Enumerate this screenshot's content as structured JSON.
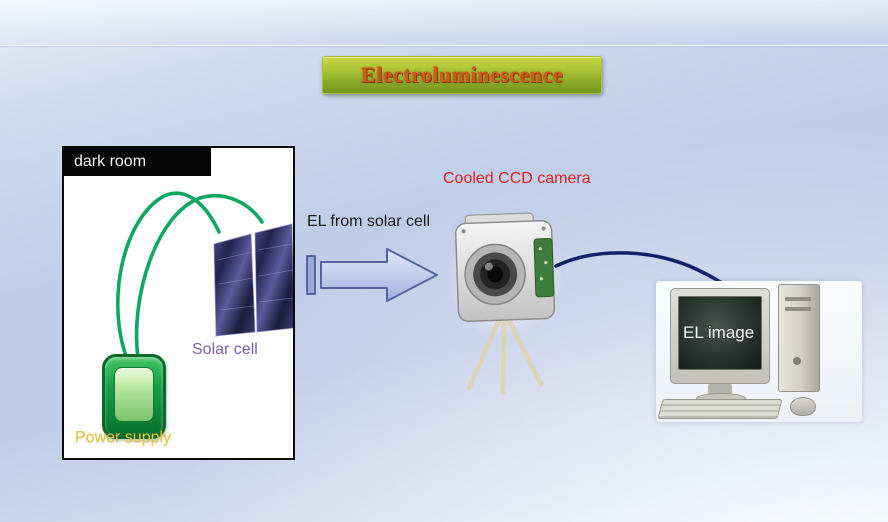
{
  "slide": {
    "title": "Electroluminescence",
    "dark_room": {
      "label": "dark room",
      "solar_cell_label": "Solar cell",
      "power_supply_label": "Power supply"
    },
    "arrow_label": "EL from solar cell",
    "camera_label": "Cooled CCD camera",
    "monitor_label": "EL image",
    "colors": {
      "background": "#c3d2ea",
      "title_text": "#d4571a",
      "title_banner": "#9ab82e",
      "camera_label_red": "#e32020",
      "solar_cell_purple": "#7b5ea8",
      "power_supply_yellow": "#e9c53a",
      "wire_green": "#0ea860",
      "arrow_fill": "#c7d1ee",
      "arrow_border": "#54649e",
      "cable_navy": "#13216b"
    }
  }
}
